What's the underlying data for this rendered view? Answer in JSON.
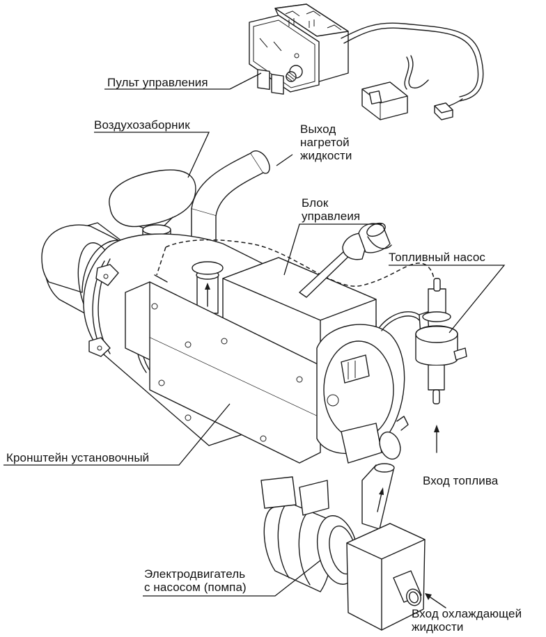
{
  "diagram": {
    "title": "",
    "labels": {
      "control_panel": "Пульт управления",
      "air_intake": "Воздухозаборник",
      "hot_outlet": [
        "Выход",
        "нагретой",
        "жидкости"
      ],
      "control_unit": [
        "Блок",
        "управлеия"
      ],
      "fuel_pump": "Топливный насос",
      "mount_bracket": "Кронштейн установочный",
      "fuel_inlet": "Вход топлива",
      "motor_pump": [
        "Электродвигатель",
        "с насосом (помпа)"
      ],
      "coolant_inlet": [
        "Вход охлаждающей",
        "жидкости"
      ]
    },
    "components": [
      {
        "id": "control_panel",
        "name": "Пульт управления"
      },
      {
        "id": "air_intake",
        "name": "Воздухозаборник"
      },
      {
        "id": "hot_outlet",
        "name": "Выход нагретой жидкости"
      },
      {
        "id": "control_unit",
        "name": "Блок управлеия"
      },
      {
        "id": "fuel_pump",
        "name": "Топливный насос"
      },
      {
        "id": "mount_bracket",
        "name": "Кронштейн установочный"
      },
      {
        "id": "fuel_inlet",
        "name": "Вход топлива"
      },
      {
        "id": "motor_pump",
        "name": "Электродвигатель с насосом (помпа)"
      },
      {
        "id": "coolant_inlet",
        "name": "Вход охлаждающей жидкости"
      }
    ],
    "colors": {
      "ink": "#1a1a1a",
      "background": "#ffffff"
    }
  }
}
